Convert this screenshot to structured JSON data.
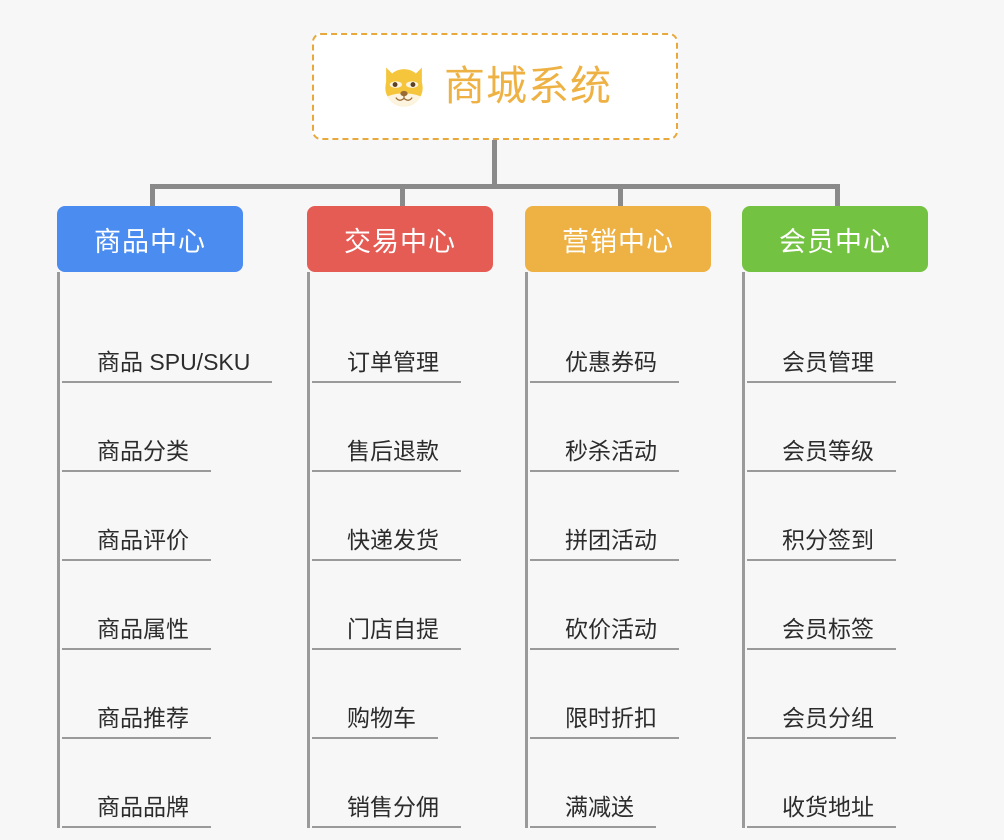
{
  "page": {
    "background_color": "#f7f7f7",
    "type": "mindmap-tree"
  },
  "root": {
    "title": "商城系统",
    "icon": "shiba-dog-face-icon",
    "border_color": "#e8a83c",
    "text_color": "#eeb143",
    "background_color": "#ffffff"
  },
  "connector": {
    "color": "#8a8a8a"
  },
  "branches": [
    {
      "label": "商品中心",
      "color": "#4a8cf0",
      "items": [
        "商品 SPU/SKU",
        "商品分类",
        "商品评价",
        "商品属性",
        "商品推荐",
        "商品品牌"
      ]
    },
    {
      "label": "交易中心",
      "color": "#e55c55",
      "items": [
        "订单管理",
        "售后退款",
        "快递发货",
        "门店自提",
        "购物车",
        "销售分佣"
      ]
    },
    {
      "label": "营销中心",
      "color": "#eeb143",
      "items": [
        "优惠券码",
        "秒杀活动",
        "拼团活动",
        "砍价活动",
        "限时折扣",
        "满减送"
      ]
    },
    {
      "label": "会员中心",
      "color": "#73c241",
      "items": [
        "会员管理",
        "会员等级",
        "积分签到",
        "会员标签",
        "会员分组",
        "收货地址"
      ]
    }
  ]
}
